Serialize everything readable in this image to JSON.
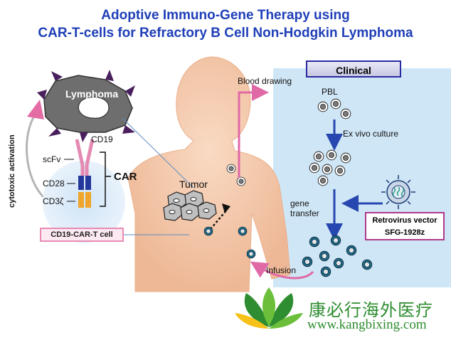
{
  "title": {
    "line1": "Adoptive Immuno-Gene Therapy using",
    "line2": "CAR-T-cells for Refractory B Cell Non-Hodgkin Lymphoma"
  },
  "labels": {
    "lymphoma": "Lymphoma",
    "cytotoxic": "cytotoxic activation",
    "cd19": "CD19",
    "scfv": "scFv",
    "car": "CAR",
    "cd28": "CD28",
    "cd3z": "CD3ζ",
    "car_cell": "CD19-CAR-T cell",
    "tumor": "Tumor",
    "blood_drawing": "Blood drawing",
    "clinical": "Clinical",
    "pbl": "PBL",
    "ex_vivo": "Ex vivo culture",
    "gene_transfer_1": "gene",
    "gene_transfer_2": "transfer",
    "retro_1": "Retrovirus vector",
    "retro_2": "SFG-1928z",
    "infusion": "Infusion"
  },
  "logo": {
    "chinese": "康必行海外医疗",
    "url": "www.kangbixing.com"
  },
  "colors": {
    "title": "#1f3fb8",
    "clinical_panel": "#cfe6f6",
    "arrow_blue": "#2747b0",
    "arrow_pink": "#e06aa6",
    "body": "#f5c9ac",
    "logo_green": "#2e8d30"
  }
}
